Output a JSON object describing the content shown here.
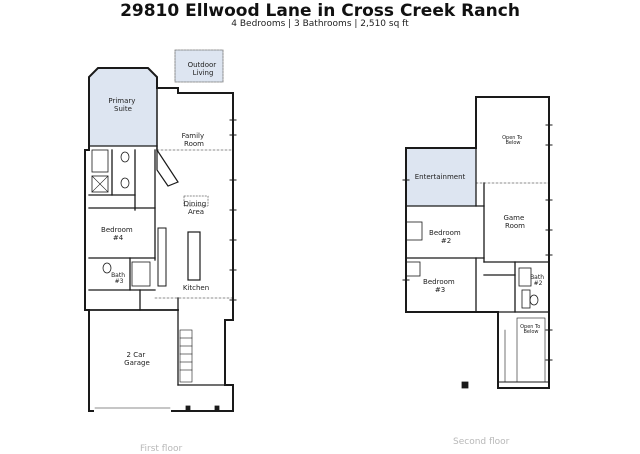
{
  "header": {
    "title": "29810 Ellwood Lane in Cross Creek Ranch",
    "subtitle": "4 Bedrooms | 3 Bathrooms | 2,510 sq ft"
  },
  "colors": {
    "wall": "#1a1a1a",
    "highlight_room": "#dde5f1",
    "floor_label": "#b8b8b8"
  },
  "first_floor": {
    "label": "First floor",
    "rooms": {
      "outdoor_living": [
        "Outdoor",
        "Living"
      ],
      "primary_suite": [
        "Primary",
        "Suite"
      ],
      "family_room": [
        "Family",
        "Room"
      ],
      "dining_area": [
        "Dining",
        "Area"
      ],
      "bedroom4": [
        "Bedroom",
        "#4"
      ],
      "bath3": [
        "Bath",
        "#3"
      ],
      "kitchen": "Kitchen",
      "garage": [
        "2 Car",
        "Garage"
      ]
    }
  },
  "second_floor": {
    "label": "Second floor",
    "rooms": {
      "open_to_below_top": [
        "Open To",
        "Below"
      ],
      "entertainment": "Entertainment",
      "bedroom2": [
        "Bedroom",
        "#2"
      ],
      "game_room": [
        "Game",
        "Room"
      ],
      "bedroom3": [
        "Bedroom",
        "#3"
      ],
      "bath2": [
        "Bath",
        "#2"
      ],
      "open_to_below_stair": [
        "Open To",
        "Below"
      ]
    }
  }
}
